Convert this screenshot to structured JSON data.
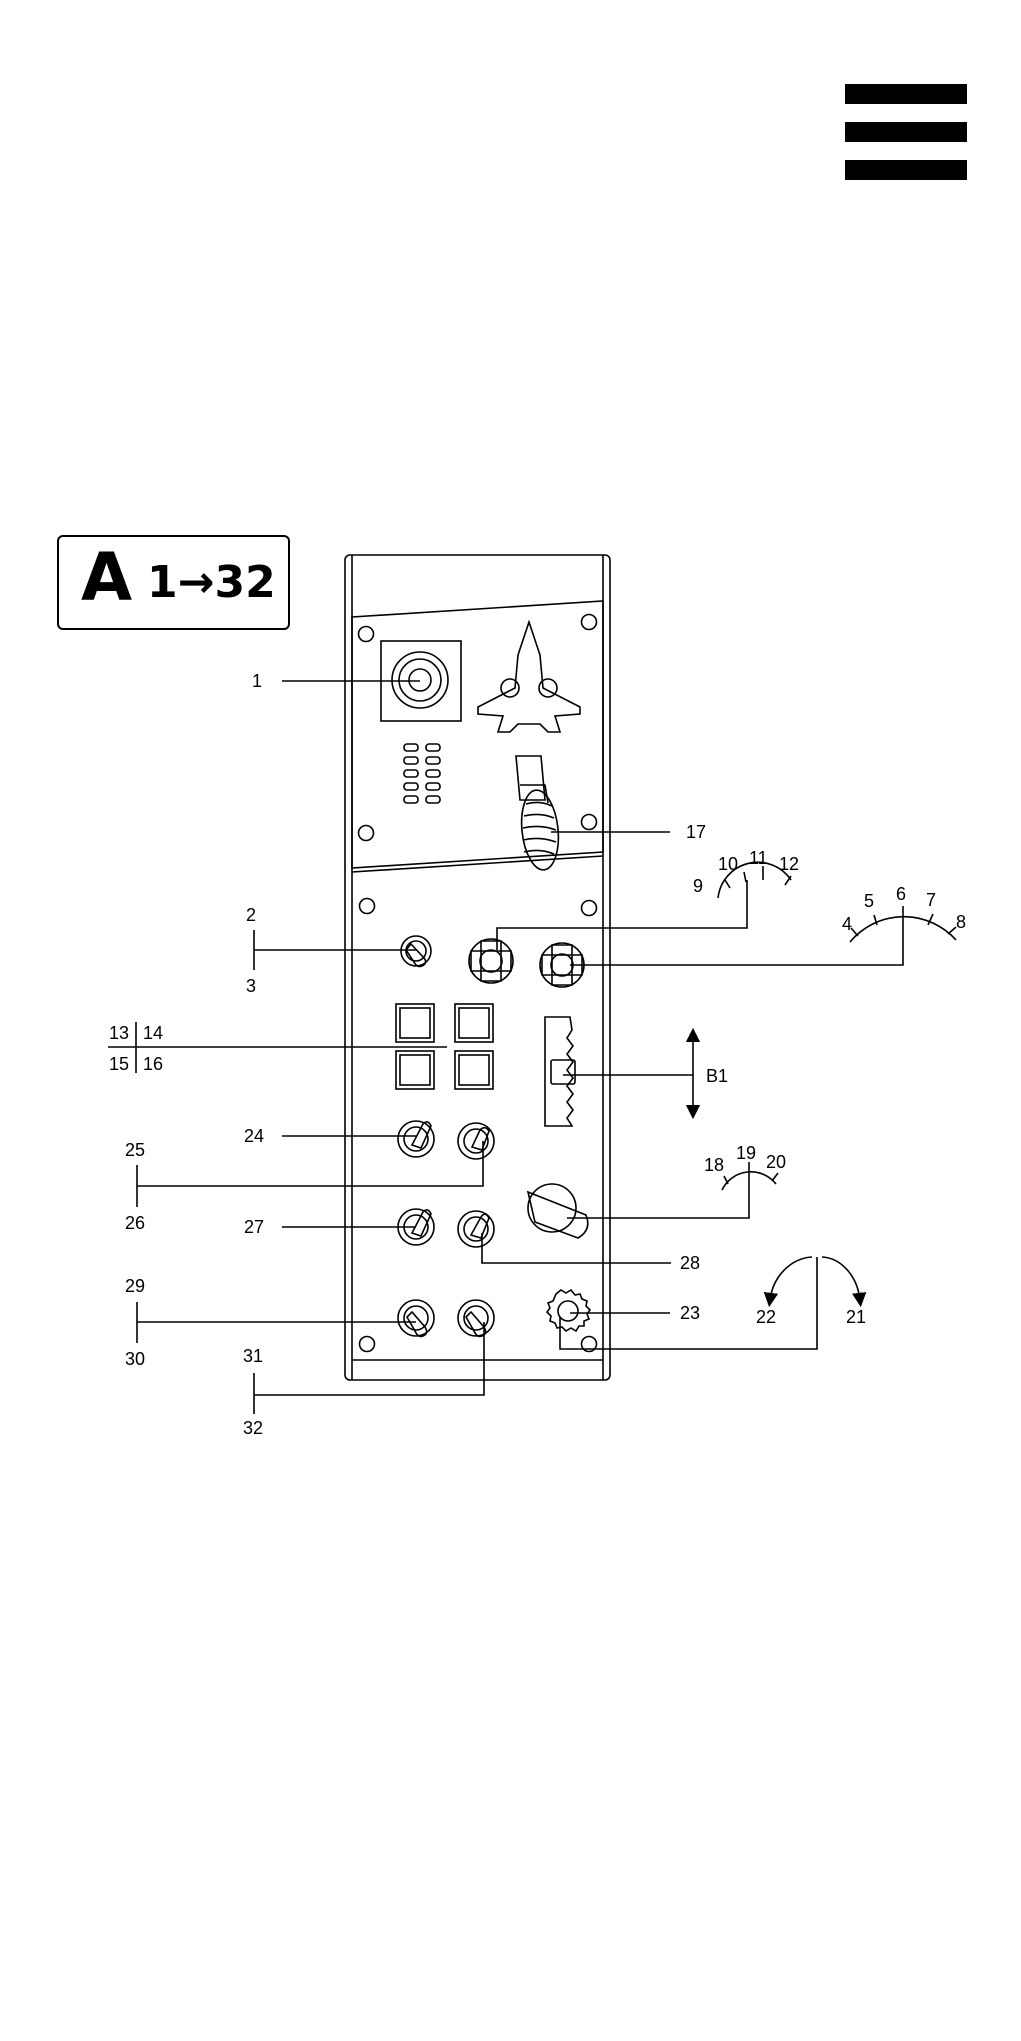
{
  "header": {
    "menu_icon": "hamburger-menu-icon"
  },
  "badge": {
    "letter": "A",
    "range": "1→32"
  },
  "labels": {
    "l1": "1",
    "l2": "2",
    "l3": "3",
    "l4": "4",
    "l5": "5",
    "l6": "6",
    "l7": "7",
    "l8": "8",
    "l9": "9",
    "l10": "10",
    "l11": "11",
    "l12": "12",
    "l13": "13",
    "l14": "14",
    "l15": "15",
    "l16": "16",
    "l17": "17",
    "l18": "18",
    "l19": "19",
    "l20": "20",
    "l21": "21",
    "l22": "22",
    "l23": "23",
    "l24": "24",
    "l25": "25",
    "l26": "26",
    "l27": "27",
    "l28": "28",
    "l29": "29",
    "l30": "30",
    "l31": "31",
    "l32": "32",
    "lB1": "B1"
  }
}
